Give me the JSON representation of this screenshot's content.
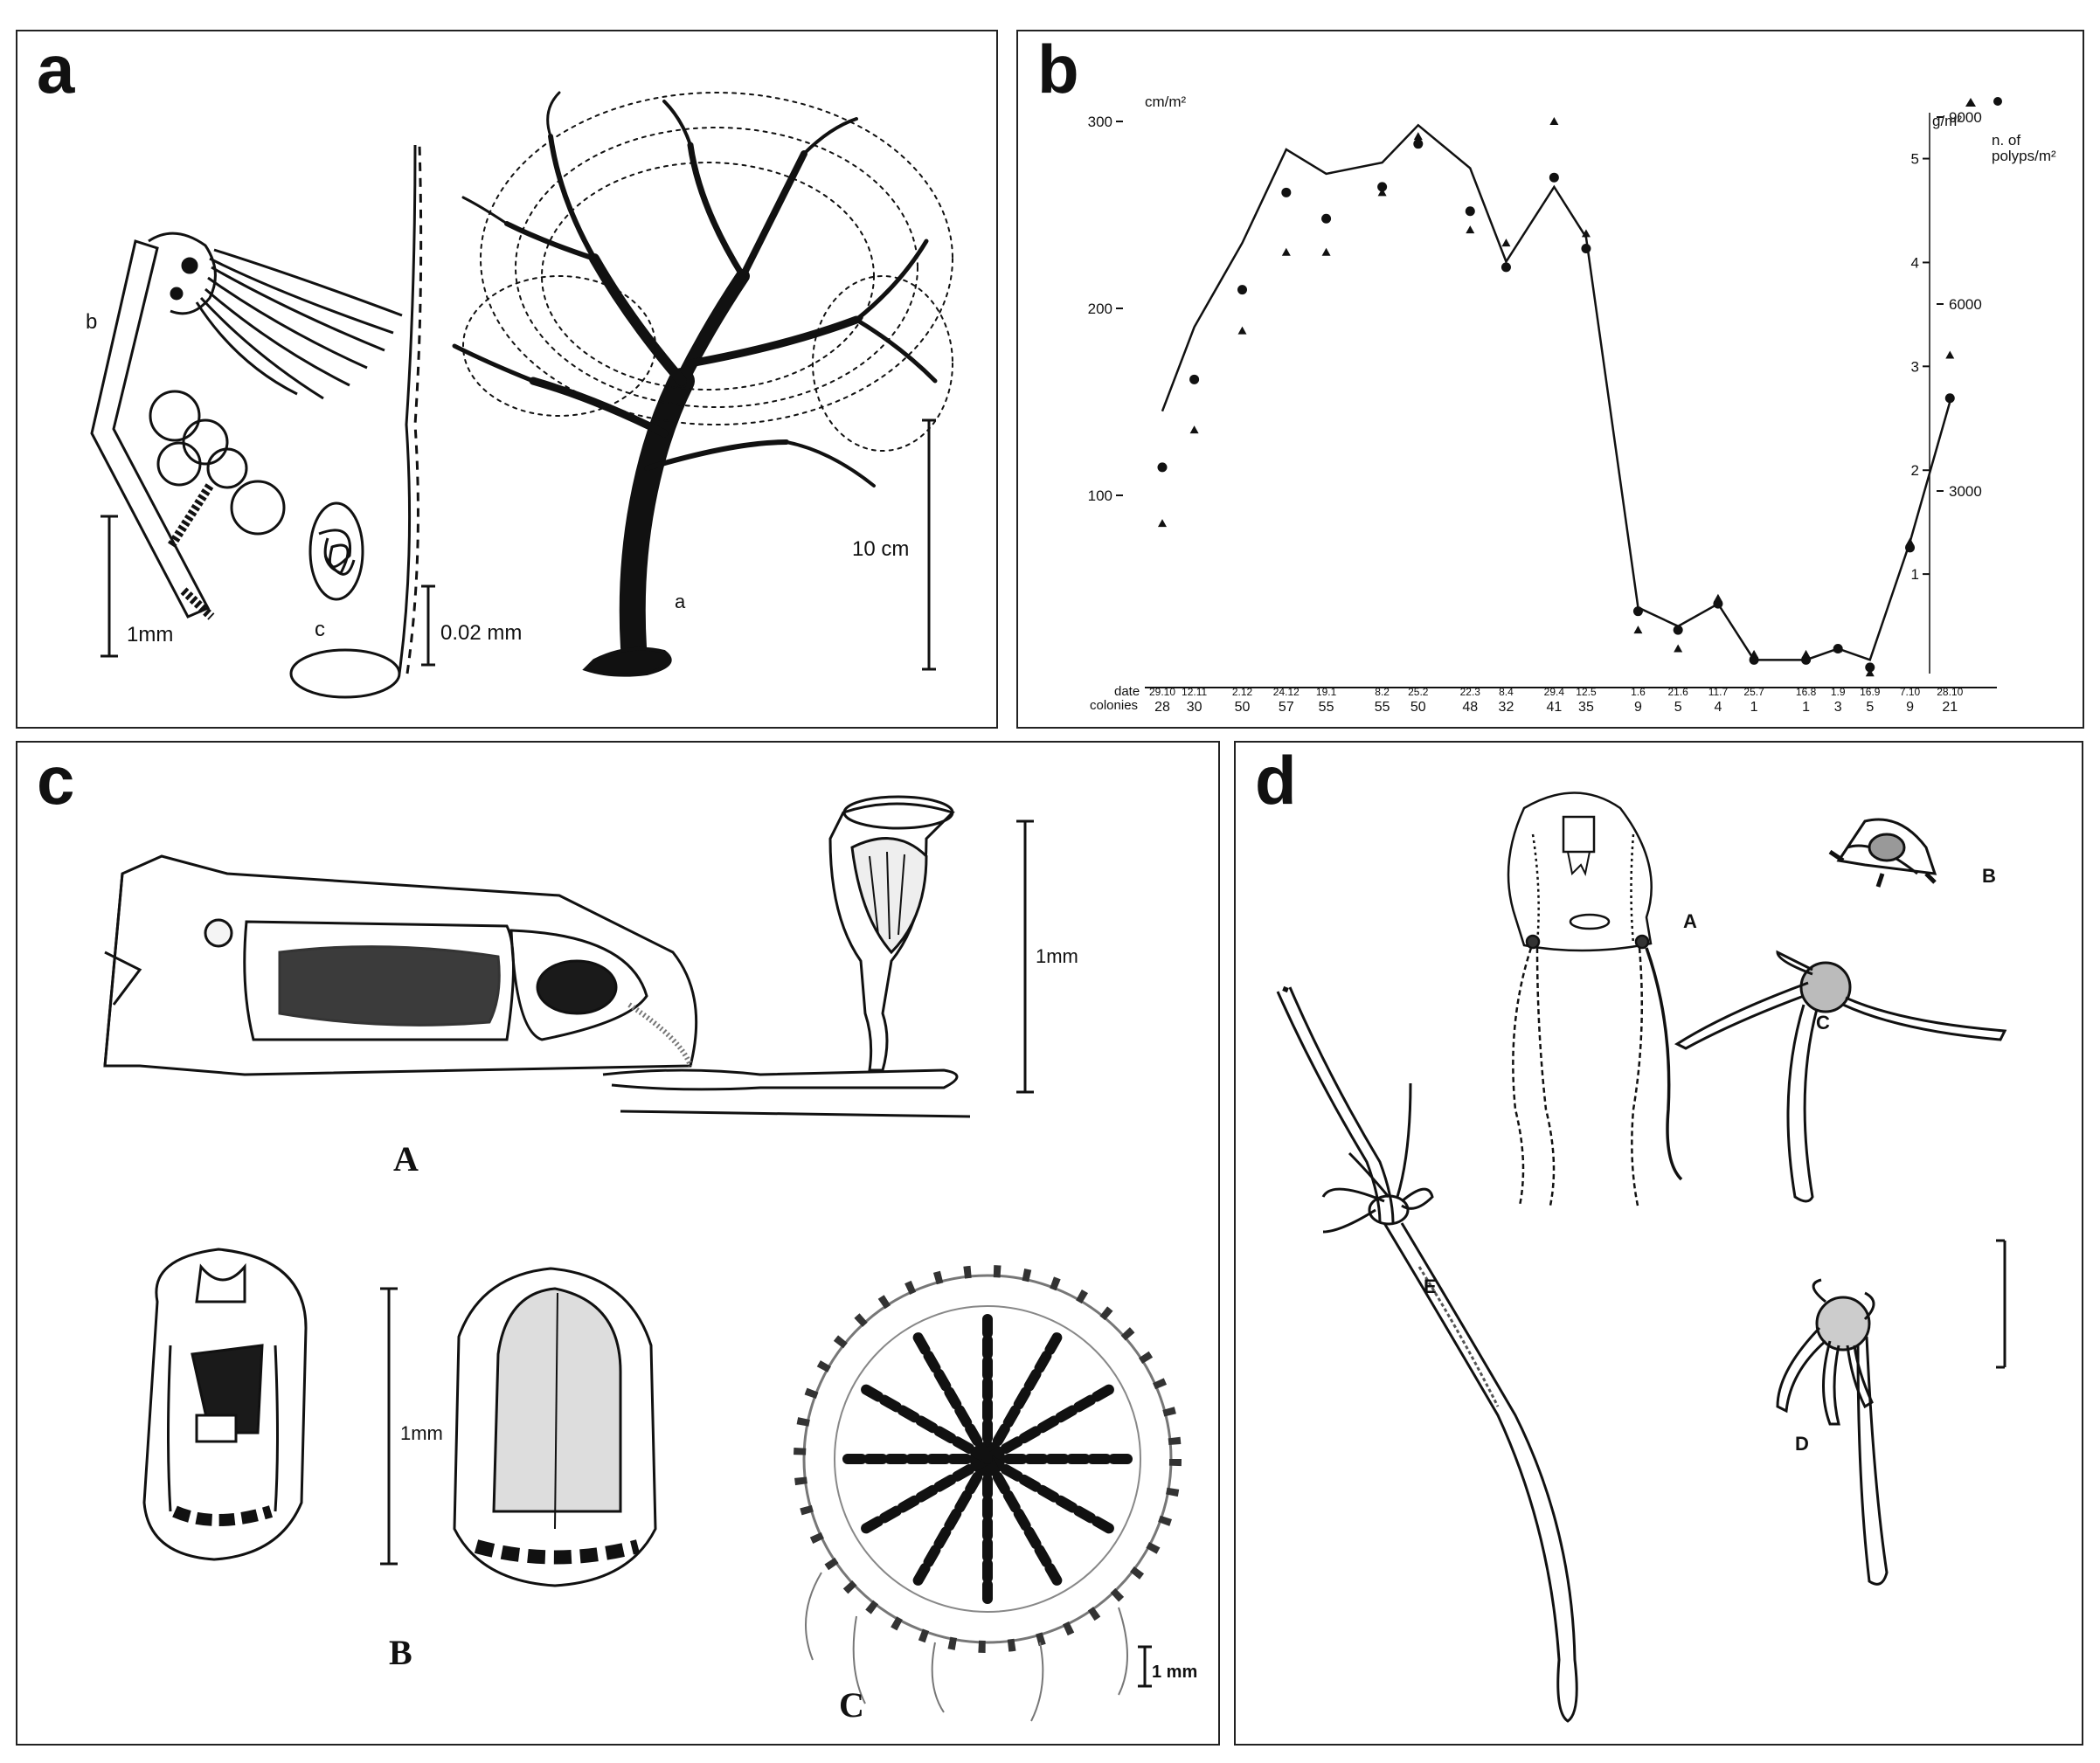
{
  "panels": {
    "a": {
      "letter": "a",
      "sub_b": "b",
      "sub_c": "c",
      "sub_a": "a",
      "scale_1": "1mm",
      "scale_2": "0.02 mm",
      "scale_3": "10 cm"
    },
    "b": {
      "letter": "b",
      "left_unit": "cm/m²",
      "right_unit_1": "g/m²",
      "right_unit_2": "n. of",
      "right_unit_3": "polyps/m²",
      "row_label_1": "date",
      "row_label_2": "colonies"
    },
    "c": {
      "letter": "c",
      "label_A": "A",
      "label_B": "B",
      "label_C": "C",
      "scale_A": "1mm",
      "scale_B": "1mm",
      "scale_C": "1 mm"
    },
    "d": {
      "letter": "d",
      "label_A": "A",
      "label_B": "B",
      "label_C": "C",
      "label_D": "D",
      "label_E": "E"
    }
  },
  "chart_data": {
    "type": "line",
    "categories": [
      "29.10",
      "12.11",
      "2.12",
      "24.12",
      "19.1",
      "8.2",
      "25.2",
      "22.3",
      "8.4",
      "29.4",
      "12.5",
      "1.6",
      "21.6",
      "11.7",
      "25.7",
      "16.8",
      "1.9",
      "16.9",
      "7.10",
      "28.10"
    ],
    "colonies": [
      "28",
      "30",
      "50",
      "57",
      "55",
      "55",
      "50",
      "48",
      "32",
      "41",
      "35",
      "9",
      "5",
      "4",
      "1",
      "1",
      "3",
      "5",
      "9",
      "21"
    ],
    "left_axis": {
      "unit": "cm/m²",
      "ticks": [
        "100",
        "200",
        "300"
      ],
      "ylim": [
        0,
        300
      ]
    },
    "right_axis_1": {
      "unit": "g/m²",
      "ticks": [
        "1",
        "2",
        "3",
        "4",
        "5"
      ]
    },
    "right_axis_2": {
      "unit": "n. of polyps/m²",
      "ticks": [
        "3000",
        "6000",
        "9000"
      ]
    },
    "series": [
      {
        "name": "cm/m²",
        "style": "line",
        "values": [
          145,
          190,
          235,
          285,
          272,
          278,
          298,
          275,
          225,
          265,
          238,
          40,
          30,
          42,
          12,
          12,
          18,
          12,
          75,
          150
        ]
      },
      {
        "style": "circle",
        "values": [
          115,
          162,
          210,
          262,
          248,
          265,
          288,
          252,
          222,
          270,
          232,
          38,
          28,
          42,
          12,
          12,
          18,
          8,
          72,
          152
        ]
      },
      {
        "style": "triangle",
        "values": [
          85,
          135,
          188,
          230,
          230,
          262,
          292,
          242,
          235,
          300,
          240,
          28,
          18,
          45,
          15,
          15,
          18,
          5,
          75,
          175
        ]
      }
    ]
  },
  "colors": {
    "ink": "#111111",
    "paper": "#ffffff",
    "stipple": "#777777",
    "dark_fill": "#1a1a1a"
  }
}
